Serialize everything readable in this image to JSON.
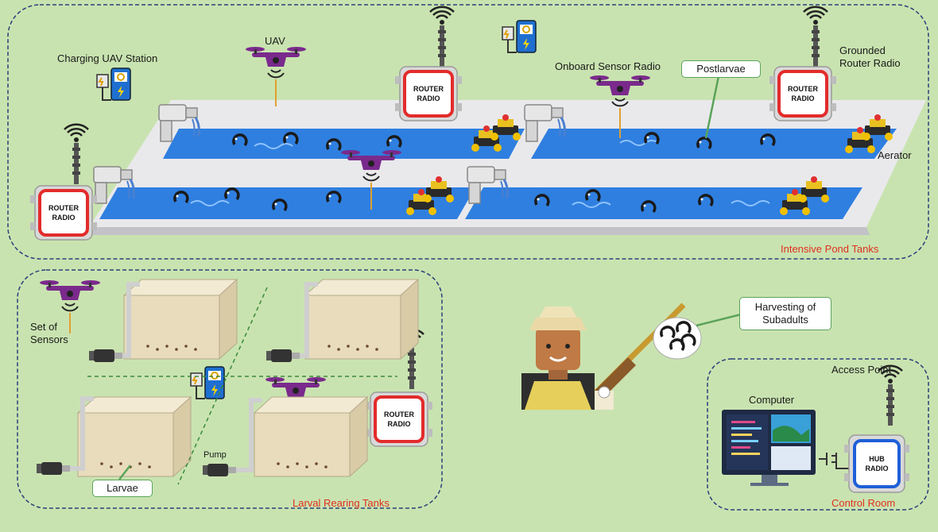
{
  "labels": {
    "charging_uav_station": "Charging UAV Station",
    "uav": "UAV",
    "onboard_sensor_radio": "Onboard Sensor Radio",
    "postlarvae": "Postlarvae",
    "grounded_router_radio_1": "Grounded",
    "grounded_router_radio_2": "Router Radio",
    "aerator": "Aerator",
    "intensive_pond_tanks": "Intensive Pond Tanks",
    "set_of_sensors_1": "Set of",
    "set_of_sensors_2": "Sensors",
    "larvae": "Larvae",
    "pump": "Pump",
    "larval_rearing_tanks": "Larval Rearing Tanks",
    "harvesting_1": "Harvesting of",
    "harvesting_2": "Subadults",
    "access_point": "Access Point",
    "computer": "Computer",
    "control_room": "Control Room"
  },
  "device_labels": {
    "router_line1": "ROUTER",
    "router_line2": "RADIO",
    "hub_line1": "HUB",
    "hub_line2": "RADIO"
  },
  "colors": {
    "background": "#c9e3b0",
    "region_border": "#2a3f7a",
    "router_red": "#e32b2b",
    "hub_blue": "#1f5fd8",
    "drone_purple": "#7a2a8c",
    "water_blue": "#2f7fe0",
    "callout_green": "#5aa35a",
    "region_title_red": "#e0301e"
  }
}
